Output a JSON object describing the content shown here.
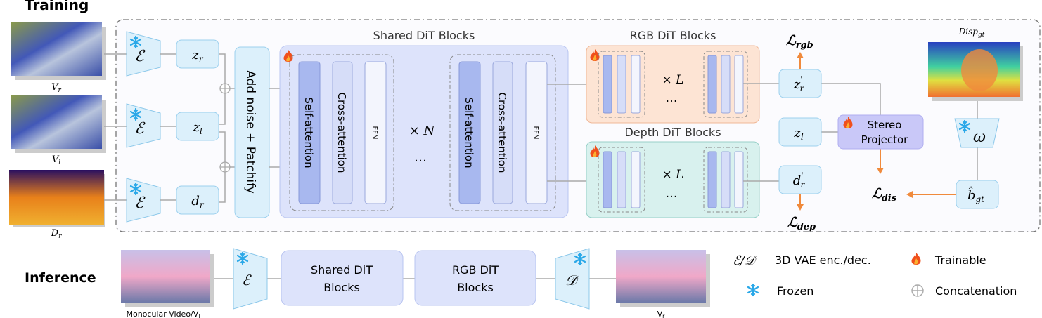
{
  "training": {
    "title": "Training",
    "inputs": [
      {
        "label": "V",
        "sub": "r",
        "kind": "rgb-right-view"
      },
      {
        "label": "V",
        "sub": "l",
        "kind": "rgb-left-view"
      },
      {
        "label": "D",
        "sub": "r",
        "kind": "depth-map"
      }
    ],
    "encoder_symbol": "ℰ",
    "latents": [
      {
        "label": "z",
        "sub": "r"
      },
      {
        "label": "z",
        "sub": "l"
      },
      {
        "label": "d",
        "sub": "r"
      }
    ],
    "patchify_label": "Add noise + Patchify",
    "shared_block": {
      "title": "Shared DiT Blocks",
      "layers": [
        "Self-attention",
        "Cross-attention",
        "FFN"
      ],
      "repeat": "× N",
      "ellipsis": "…"
    },
    "rgb_block": {
      "title": "RGB DiT Blocks",
      "repeat": "× L",
      "ellipsis": "…"
    },
    "depth_block": {
      "title": "Depth DiT Blocks",
      "repeat": "× L",
      "ellipsis": "…"
    },
    "outputs": [
      {
        "label": "z",
        "sub": "r",
        "sup": "'"
      },
      {
        "label": "z",
        "sub": "l"
      },
      {
        "label": "d",
        "sub": "r",
        "sup": "'"
      }
    ],
    "stereo_projector": "Stereo Projector",
    "stereo_projector_lines": [
      "Stereo",
      "Projector"
    ],
    "disp_gt": {
      "label": "Disp",
      "sub": "gt"
    },
    "omega_symbol": "ω",
    "b_gt": {
      "label": "b̂",
      "sub": "gt"
    },
    "losses": {
      "rgb": {
        "label": "ℒ",
        "sub": "rgb"
      },
      "dep": {
        "label": "ℒ",
        "sub": "dep"
      },
      "dis": {
        "label": "ℒ",
        "sub": "dis"
      }
    }
  },
  "inference": {
    "title": "Inference",
    "input_label": "Monocular Video/V",
    "input_sub": "l",
    "encoder_symbol": "ℰ",
    "blocks": [
      [
        "Shared DiT",
        "Blocks"
      ],
      [
        "RGB DiT",
        "Blocks"
      ]
    ],
    "decoder_symbol": "𝒟",
    "output_label": "V",
    "output_sub": "r"
  },
  "legend": {
    "vae_symbol": "ℰ/𝒟",
    "vae_text": "3D VAE enc./dec.",
    "trainable": "Trainable",
    "frozen": "Frozen",
    "concat": "Concatenation",
    "icons": [
      "fire-icon",
      "snowflake-icon",
      "circle-plus-icon"
    ]
  },
  "colors": {
    "latent_box": "#dcf0fb",
    "shared_block": "#dde3fb",
    "rgb_block": "#fde4d4",
    "depth_block": "#d8f1ee",
    "projector": "#c9c8f8",
    "loss_arrow": "#f08a3c",
    "frozen": "#2aa8e8"
  }
}
